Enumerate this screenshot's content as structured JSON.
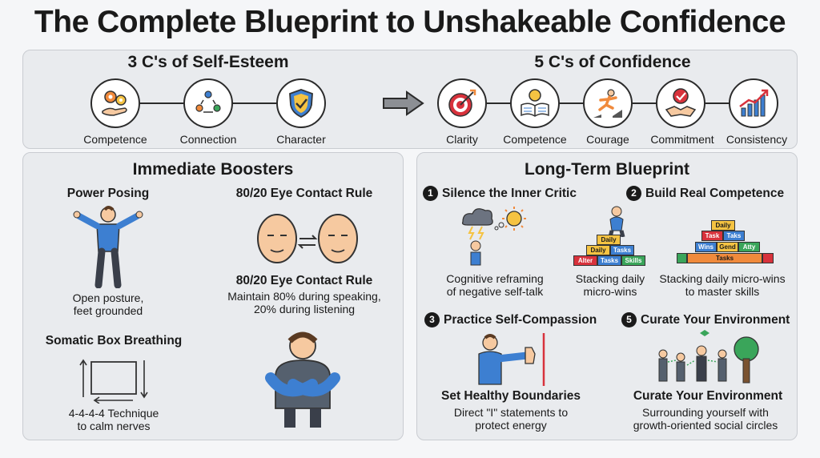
{
  "title": "The Complete Blueprint to Unshakeable Confidence",
  "self_esteem": {
    "heading": "3 C's of Self-Esteem",
    "items": [
      "Competence",
      "Connection",
      "Character"
    ]
  },
  "confidence": {
    "heading": "5 C's of Confidence",
    "items": [
      "Clarity",
      "Competence",
      "Courage",
      "Commitment",
      "Consistency"
    ]
  },
  "boosters": {
    "heading": "Immediate Boosters",
    "power_posing": {
      "title": "Power Posing",
      "caption": [
        "Open posture,",
        "feet grounded"
      ]
    },
    "eye_contact": {
      "title": "80/20 Eye Contact Rule",
      "title2": "80/20 Eye Contact Rule",
      "caption": [
        "Maintain 80% during speaking,",
        "20% during listening"
      ]
    },
    "breathing": {
      "title": "Somatic Box Breathing",
      "caption": [
        "4-4-4-4 Technique",
        "to calm nerves"
      ]
    }
  },
  "blueprint": {
    "heading": "Long-Term Blueprint",
    "steps": [
      {
        "num": "1",
        "title": "Silence the Inner Critic",
        "caption": [
          "Cognitive reframing",
          "of negative self-talk"
        ]
      },
      {
        "num": "2",
        "title": "Build Real Competence",
        "caption": [
          "Stacking daily",
          "micro-wins"
        ],
        "caption2": [
          "Stacking daily micro-wins",
          "to master skills"
        ]
      },
      {
        "num": "3",
        "title": "Practice Self-Compassion",
        "subtitle": "Set Healthy Boundaries",
        "caption": [
          "Direct \"I\" statements to",
          "protect energy"
        ]
      },
      {
        "num": "5",
        "title": "Curate Your Environment",
        "subtitle": "Curate Your Environment",
        "caption": [
          "Surrounding yourself with",
          "growth-oriented social circles"
        ]
      }
    ],
    "blocks_small": [
      "Daily",
      "Daily",
      "Tasks",
      "Alter",
      "Tasks",
      "Skills"
    ],
    "blocks_large": [
      "Daily",
      "Task",
      "Taks",
      "Wins",
      "Gend",
      "Atty",
      "Tasks"
    ]
  },
  "colors": {
    "orange": "#f08a3c",
    "blue": "#3d7fd1",
    "red": "#d8323c",
    "green": "#3aa55a",
    "yellow": "#f5c342",
    "skin": "#f6c9a0"
  }
}
